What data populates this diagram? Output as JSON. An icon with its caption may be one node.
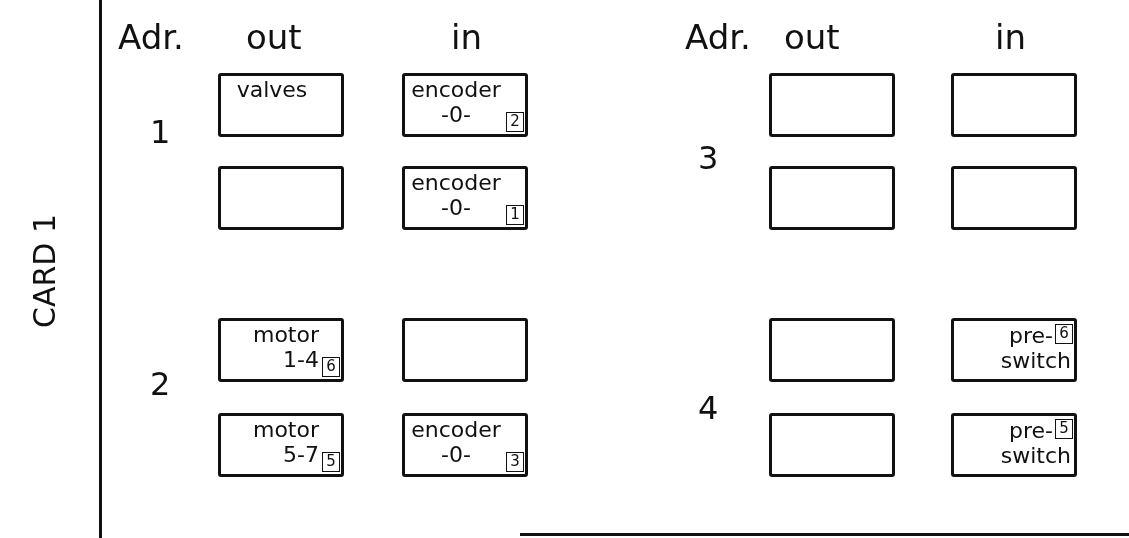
{
  "diagram": {
    "nodes": [
      {
        "text": [
          "valves"
        ]
      },
      {
        "text": [
          "encoder -0-",
          "2"
        ]
      },
      {
        "text": [],
        "shape": "box"
      },
      {
        "text": [],
        "shape": "box"
      },
      {
        "text": [],
        "shape": "box"
      },
      {
        "text": [
          "encoder -0-",
          "1"
        ]
      },
      {
        "text": [],
        "shape": "box"
      },
      {
        "text": [],
        "shape": "box"
      },
      {
        "text": [
          "motor 1-4",
          "6"
        ]
      },
      {
        "text": [],
        "shape": "box"
      },
      {
        "text": [],
        "shape": "box"
      },
      {
        "text": [
          "pre- switch",
          "6"
        ]
      },
      {
        "text": [
          "motor 5-7",
          "5"
        ]
      },
      {
        "text": [
          "encoder -0-",
          "3"
        ]
      },
      {
        "text": [],
        "shape": "box"
      },
      {
        "text": [
          "pre- switch",
          "5"
        ]
      }
    ],
    "edges": [],
    "labels": [
      "CARD 1",
      "Adr.",
      "out",
      "in",
      "Adr.",
      "out",
      "in",
      "1",
      "3",
      "2",
      "4"
    ]
  }
}
